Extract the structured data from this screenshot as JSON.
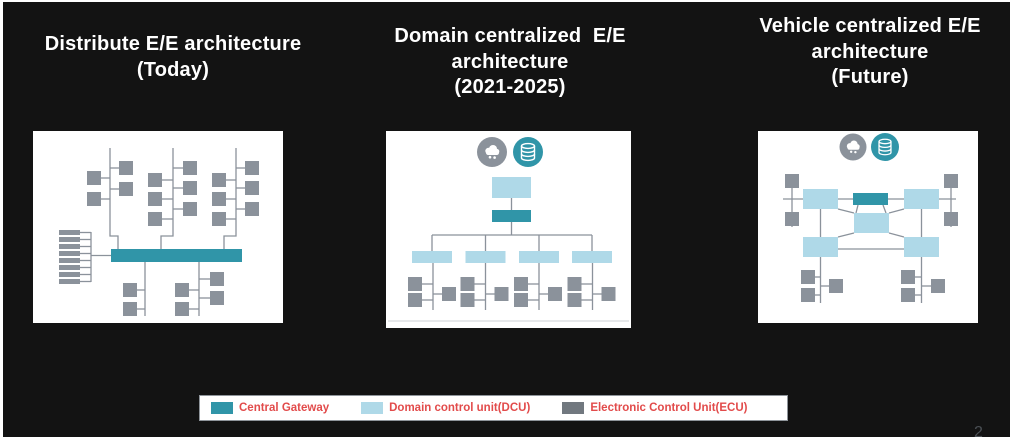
{
  "slide": {
    "page_number": "2",
    "columns": [
      {
        "title_lines": [
          "Distribute E/E architecture",
          "(Today)"
        ]
      },
      {
        "title_lines": [
          "Domain centralized  E/E",
          "architecture",
          "(2021-2025)"
        ]
      },
      {
        "title_lines": [
          "Vehicle centralized E/E",
          "architecture",
          "(Future)"
        ]
      }
    ],
    "legend": {
      "items": [
        {
          "label": "Central Gateway"
        },
        {
          "label": "Domain control unit(DCU)"
        },
        {
          "label": "Electronic Control Unit(ECU)"
        }
      ]
    },
    "icons": [
      "cloud-icon",
      "database-icon"
    ]
  },
  "colors": {
    "teal": "#3095a8",
    "light_blue": "#afd9e8",
    "ecu_gray": "#8b929b",
    "connector_gray": "#8b929b",
    "legend_gray": "#71787f",
    "legend_text": "#e24b4b",
    "slide_background": "#131313",
    "panel_background": "#ffffff"
  }
}
